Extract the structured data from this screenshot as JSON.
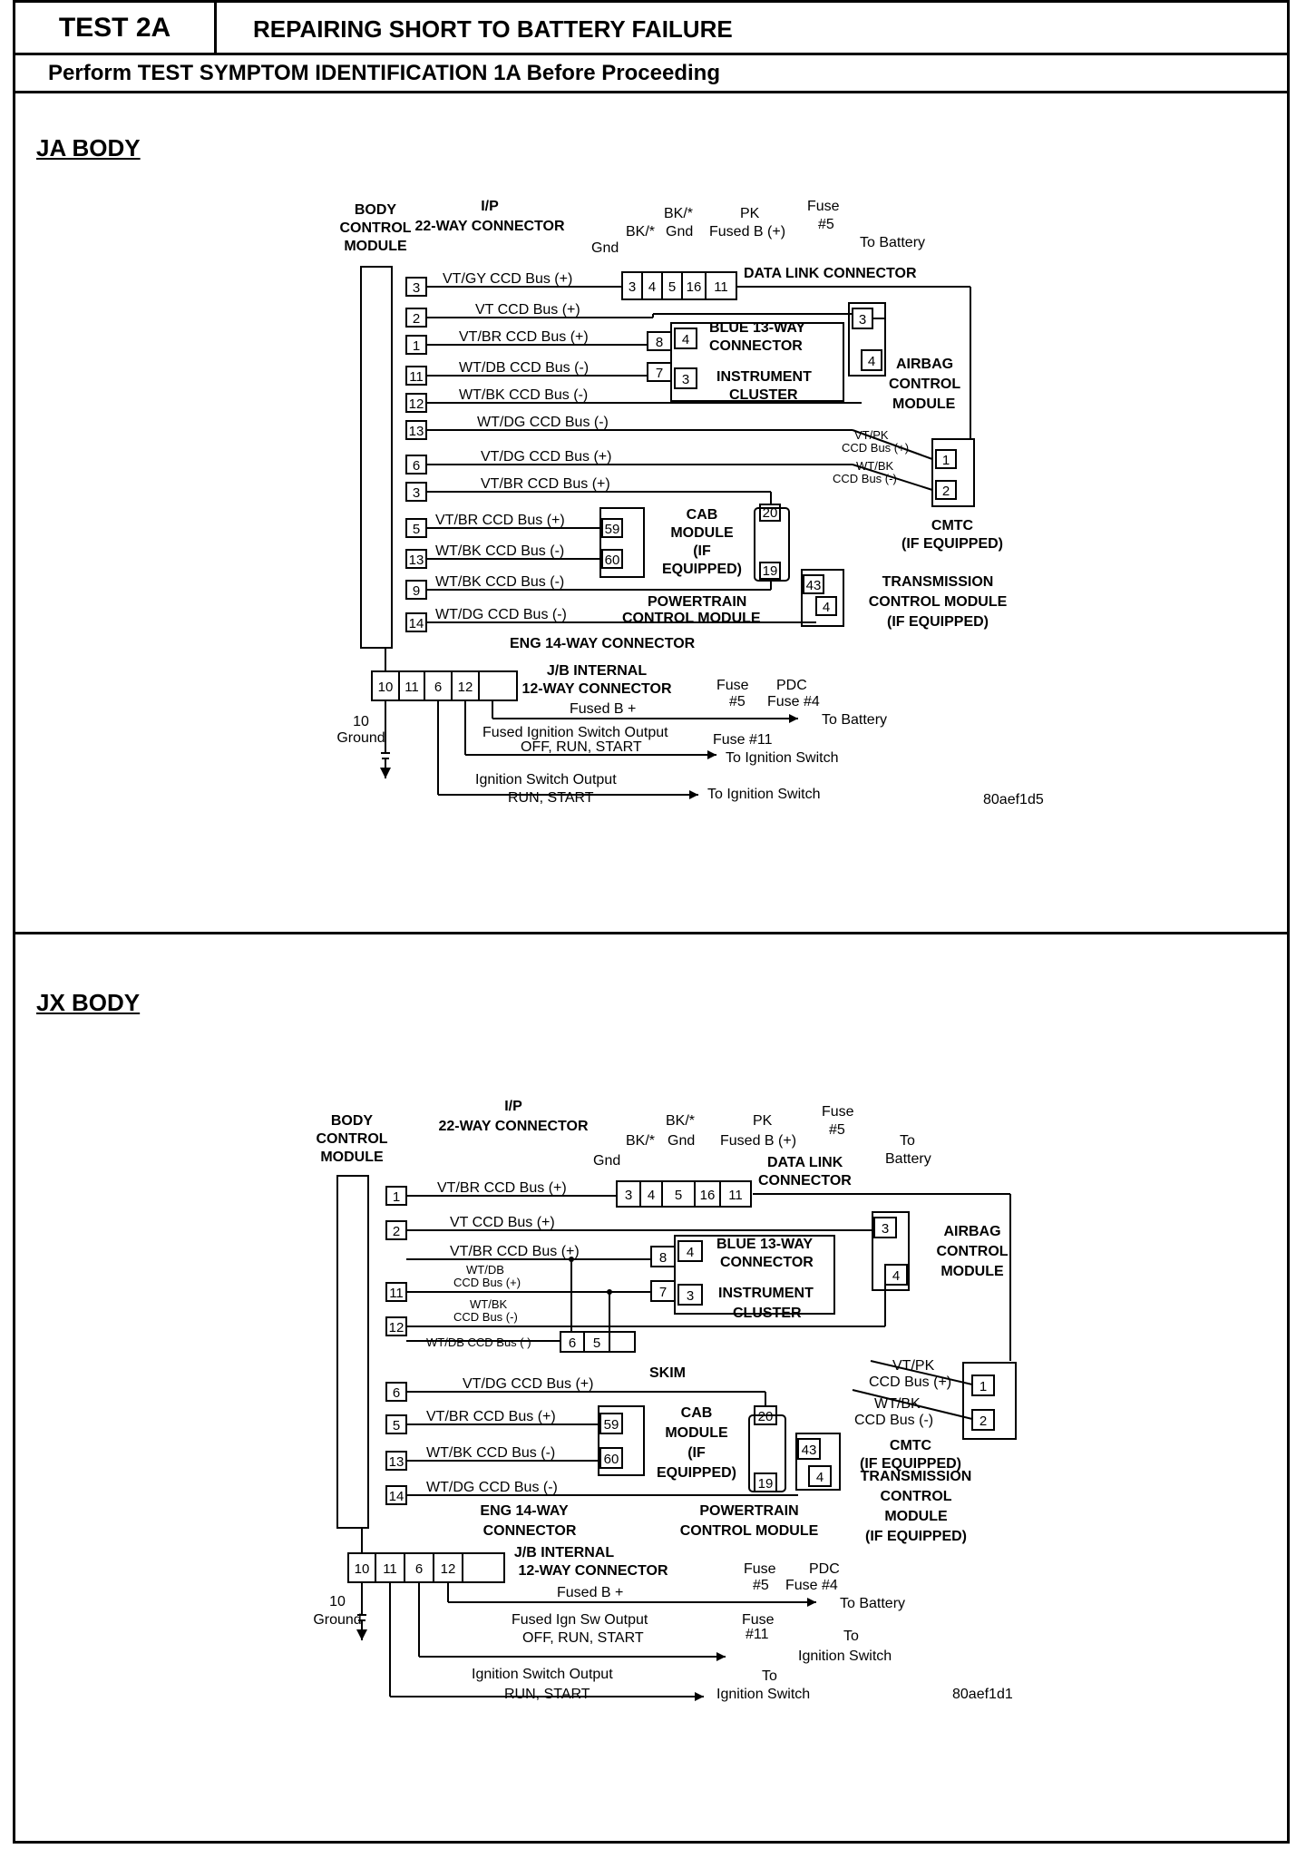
{
  "header": {
    "test_id": "TEST 2A",
    "title": "REPAIRING SHORT TO BATTERY FAILURE",
    "subtitle": "Perform TEST SYMPTOM IDENTIFICATION 1A Before Proceeding"
  },
  "ja": {
    "title": "JA BODY",
    "figure_id": "80aef1d5",
    "bcm": [
      "BODY",
      "CONTROL",
      "MODULE"
    ],
    "ip_conn": [
      "I/P",
      "22-WAY CONNECTOR"
    ],
    "eng_conn": "ENG 14-WAY CONNECTOR",
    "jb_conn": [
      "J/B INTERNAL",
      "12-WAY CONNECTOR"
    ],
    "bk_gnd_a": [
      "BK/*",
      "Gnd"
    ],
    "bk_gnd_b": [
      "BK/*",
      "Gnd"
    ],
    "pk_fused": [
      "PK",
      "Fused B (+)"
    ],
    "fuse5": [
      "Fuse",
      "#5"
    ],
    "to_battery": "To Battery",
    "dlc": "DATA LINK CONNECTOR",
    "blue13": [
      "BLUE 13-WAY",
      "CONNECTOR"
    ],
    "cluster": [
      "INSTRUMENT",
      "CLUSTER"
    ],
    "airbag": [
      "AIRBAG",
      "CONTROL",
      "MODULE"
    ],
    "cmtc": [
      "CMTC",
      "(IF EQUIPPED)"
    ],
    "cmtc_wires": [
      "VT/PK",
      "CCD Bus (+)",
      "WT/BK",
      "CCD Bus (-)"
    ],
    "cab": [
      "CAB",
      "MODULE",
      "(IF",
      "EQUIPPED)"
    ],
    "pcm": [
      "POWERTRAIN",
      "CONTROL MODULE"
    ],
    "tcm": [
      "TRANSMISSION",
      "CONTROL MODULE",
      "(IF EQUIPPED)"
    ],
    "wires": [
      "VT/GY  CCD Bus (+)",
      "VT  CCD Bus (+)",
      "VT/BR  CCD Bus (+)",
      "WT/DB  CCD Bus (-)",
      "WT/BK  CCD Bus (-)",
      "WT/DG  CCD Bus (-)",
      "VT/DG  CCD Bus (+)",
      "VT/BR  CCD Bus (+)",
      "VT/BR  CCD Bus (+)",
      "WT/BK  CCD Bus (-)",
      "WT/BK  CCD Bus (-)",
      "WT/DG  CCD Bus (-)"
    ],
    "ip_pins": [
      "3",
      "2",
      "1",
      "11",
      "12",
      "13"
    ],
    "eng_pins": [
      "6",
      "3",
      "5",
      "13",
      "9",
      "14"
    ],
    "dlc_pins": [
      "3",
      "4",
      "5",
      "16",
      "11"
    ],
    "jb_pins": [
      "10",
      "11",
      "6",
      "12"
    ],
    "ground": [
      "10",
      "Ground"
    ],
    "fused_b": "Fused B +",
    "pdc_fuse": [
      "Fuse",
      "#5",
      "PDC",
      "Fuse #4"
    ],
    "fused_ign": [
      "Fused Ignition Switch Output",
      "OFF, RUN, START"
    ],
    "fuse11": "Fuse #11",
    "to_ign": "To Ignition Switch",
    "ign_out": [
      "Ignition Switch Output",
      "RUN, START"
    ]
  },
  "jx": {
    "title": "JX BODY",
    "figure_id": "80aef1d1",
    "bcm": [
      "BODY",
      "CONTROL",
      "MODULE"
    ],
    "ip_conn": [
      "I/P",
      "22-WAY CONNECTOR"
    ],
    "eng_conn": [
      "ENG 14-WAY",
      "CONNECTOR"
    ],
    "jb_conn": [
      "J/B INTERNAL",
      "12-WAY CONNECTOR"
    ],
    "bk_gnd_a": [
      "BK/*",
      "Gnd"
    ],
    "bk_gnd_b": [
      "BK/*",
      "Gnd"
    ],
    "pk_fused": [
      "PK",
      "Fused B (+)"
    ],
    "fuse5": [
      "Fuse",
      "#5"
    ],
    "to_battery": [
      "To",
      "Battery"
    ],
    "dlc": [
      "DATA LINK",
      "CONNECTOR"
    ],
    "blue13": [
      "BLUE 13-WAY",
      "CONNECTOR"
    ],
    "cluster": [
      "INSTRUMENT",
      "CLUSTER"
    ],
    "airbag": [
      "AIRBAG",
      "CONTROL",
      "MODULE"
    ],
    "skim": "SKIM",
    "cmtc": [
      "CMTC",
      "(IF EQUIPPED)"
    ],
    "cmtc_wires": [
      "VT/PK",
      "CCD Bus (+)",
      "WT/BK",
      "CCD Bus (-)"
    ],
    "cab": [
      "CAB",
      "MODULE",
      "(IF",
      "EQUIPPED)"
    ],
    "pcm": [
      "POWERTRAIN",
      "CONTROL MODULE"
    ],
    "tcm": [
      "TRANSMISSION",
      "CONTROL",
      "MODULE",
      "(IF EQUIPPED)"
    ],
    "wires": [
      "VT/BR  CCD Bus (+)",
      "VT  CCD Bus (+)",
      "VT/BR  CCD Bus (+)",
      "WT/DB",
      "CCD Bus (+)",
      "WT/BK",
      "CCD Bus (-)",
      "WT/DB CCD Bus ( )",
      "VT/DG  CCD Bus (+)",
      "VT/BR  CCD Bus (+)",
      "WT/BK  CCD Bus (-)",
      "WT/DG  CCD Bus (-)"
    ],
    "ip_pins": [
      "1",
      "2",
      "11",
      "12"
    ],
    "eng_pins": [
      "6",
      "5",
      "13",
      "14"
    ],
    "dlc_pins": [
      "3",
      "4",
      "5",
      "16",
      "11"
    ],
    "skim_pins": [
      "6",
      "5"
    ],
    "jb_pins": [
      "10",
      "11",
      "6",
      "12"
    ],
    "ground": [
      "10",
      "Ground"
    ],
    "fused_b": "Fused B +",
    "pdc_fuse": [
      "Fuse",
      "#5",
      "PDC",
      "Fuse #4"
    ],
    "to_battery2": "To Battery",
    "fused_ign": [
      "Fused Ign Sw Output",
      "OFF, RUN, START"
    ],
    "fuse11": [
      "Fuse",
      "#11"
    ],
    "to_ign": [
      "To",
      "Ignition Switch"
    ],
    "ign_out": [
      "Ignition Switch Output",
      "RUN, START"
    ],
    "to_ign2": [
      "To",
      "Ignition Switch"
    ]
  },
  "common_pins": {
    "blue_left": [
      "8",
      "7"
    ],
    "blue_right": [
      "4",
      "3"
    ],
    "airbag": [
      "3",
      "4"
    ],
    "cmtc": [
      "1",
      "2"
    ],
    "cab": [
      "59",
      "60"
    ],
    "pcm": [
      "20",
      "19"
    ],
    "tcm": [
      "43",
      "4"
    ]
  }
}
